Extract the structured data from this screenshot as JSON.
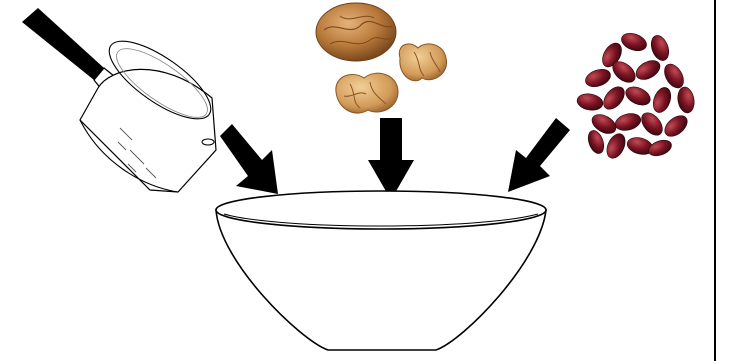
{
  "scene": {
    "items": [
      {
        "name": "measuring-cup",
        "icon": "measuring-cup-icon"
      },
      {
        "name": "walnuts",
        "icon": "walnut-icon"
      },
      {
        "name": "kidney-beans",
        "icon": "kidney-bean-icon"
      }
    ],
    "target": {
      "name": "mixing-bowl",
      "icon": "bowl-icon"
    },
    "colors": {
      "arrow": "#000000",
      "outline": "#000000",
      "walnut_shell": "#b8793a",
      "walnut_kernel": "#d9a86a",
      "bean": "#7a1422"
    }
  }
}
